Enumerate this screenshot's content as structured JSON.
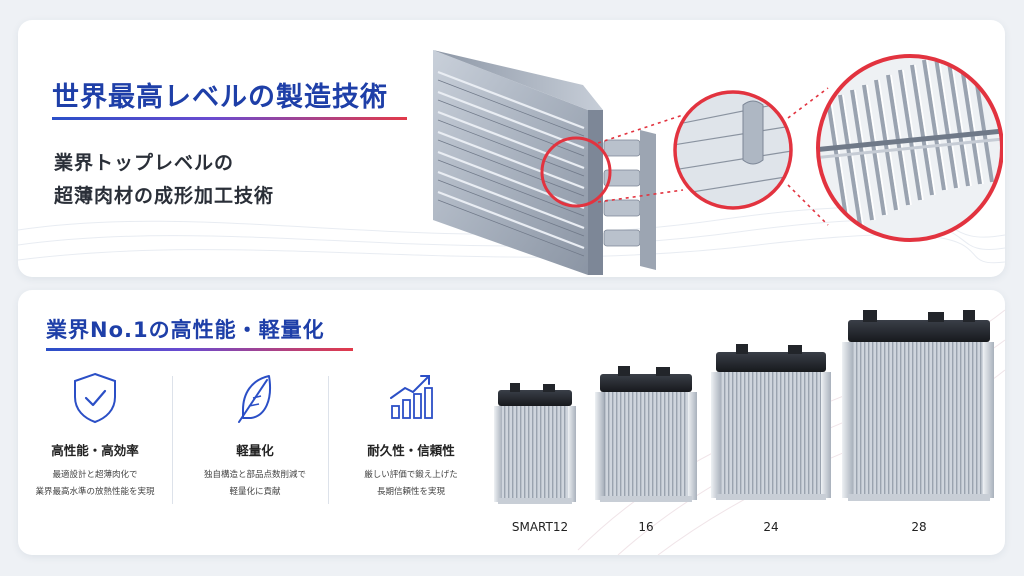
{
  "top": {
    "title": "世界最高レベルの製造技術",
    "subtitle_line1": "業界トップレベルの",
    "subtitle_line2": "超薄肉材の成形加工技術"
  },
  "bottom": {
    "title": "業界No.1の高性能・軽量化",
    "features": [
      {
        "icon": "shield-check-icon",
        "title": "高性能・高効率",
        "desc_line1": "最適設計と超薄肉化で",
        "desc_line2": "業界最高水準の放熱性能を実現"
      },
      {
        "icon": "feather-icon",
        "title": "軽量化",
        "desc_line1": "独自構造と部品点数削減で",
        "desc_line2": "軽量化に貢献"
      },
      {
        "icon": "growth-chart-icon",
        "title": "耐久性・信頼性",
        "desc_line1": "厳しい評価で鍛え上げた",
        "desc_line2": "長期信頼性を実現"
      }
    ],
    "radiators": [
      {
        "label": "SMART12"
      },
      {
        "label": "16"
      },
      {
        "label": "24"
      },
      {
        "label": "28"
      }
    ]
  },
  "colors": {
    "heading_blue": "#1e3fa8",
    "accent_red": "#e23a4a",
    "icon_blue": "#2b4fc6"
  }
}
